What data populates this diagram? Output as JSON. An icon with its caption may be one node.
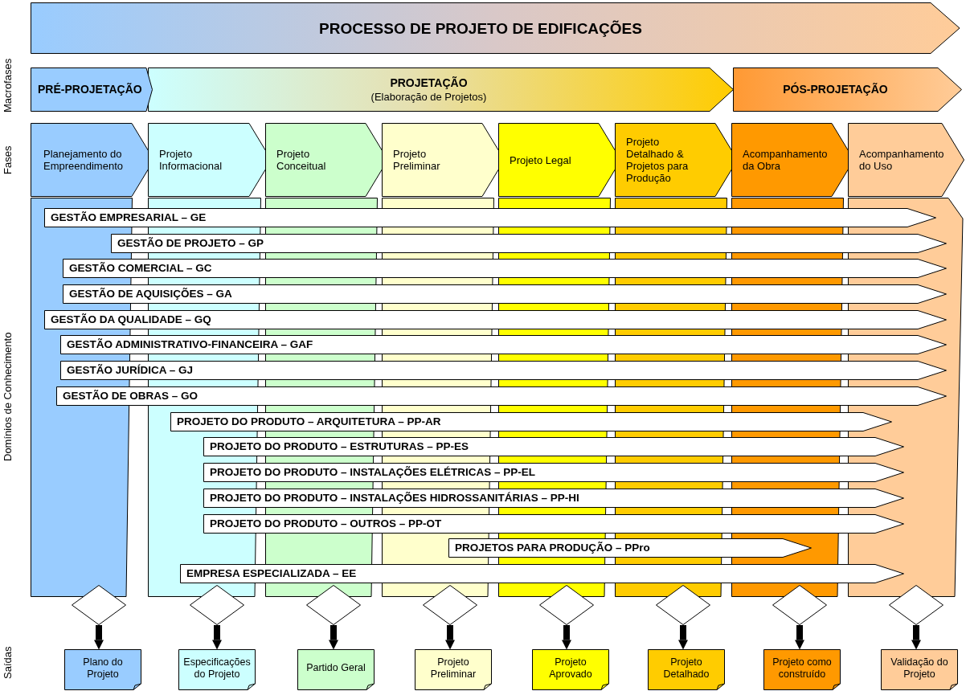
{
  "diagram": {
    "title": "PROCESSO DE PROJETO DE EDIFICAÇÕES",
    "nodes": [
      {
        "text": [
          "PRÉ-PROJETAÇÃO"
        ]
      },
      {
        "text": [
          "PROJETAÇÃO",
          "(Elaboração de Projetos)"
        ]
      },
      {
        "text": [
          "PÓS-PROJETAÇÃO"
        ]
      },
      {
        "text": [
          "Planejamento do Empreendimento"
        ]
      },
      {
        "text": [
          "Projeto Informacional"
        ]
      },
      {
        "text": [
          "Projeto Conceitual"
        ]
      },
      {
        "text": [
          "Projeto Preliminar"
        ]
      },
      {
        "text": [
          "Projeto Legal"
        ]
      },
      {
        "text": [
          "Projeto Detalhado & Projetos para Produção"
        ]
      },
      {
        "text": [
          "Acompanhamento da Obra"
        ]
      },
      {
        "text": [
          "Acompanhamento do Uso"
        ]
      },
      {
        "text": [],
        "shape": "box"
      },
      {
        "text": [],
        "shape": "box"
      },
      {
        "text": [],
        "shape": "box"
      },
      {
        "text": [],
        "shape": "box"
      },
      {
        "text": [],
        "shape": "box"
      },
      {
        "text": [],
        "shape": "box"
      },
      {
        "text": [],
        "shape": "box"
      },
      {
        "text": [],
        "shape": "box"
      },
      {
        "text": [
          "GESTÃO EMPRESARIAL – GE"
        ]
      },
      {
        "text": [
          "GESTÃO DE PROJETO – GP"
        ]
      },
      {
        "text": [
          "GESTÃO COMERCIAL – GC"
        ]
      },
      {
        "text": [
          "GESTÃO DE AQUISIÇÕES – GA"
        ]
      },
      {
        "text": [
          "GESTÃO DA QUALIDADE – GQ"
        ]
      },
      {
        "text": [
          "GESTÃO ADMINISTRATIVO-FINANCEIRA – GAF"
        ]
      },
      {
        "text": [
          "GESTÃO JURÍDICA – GJ"
        ]
      },
      {
        "text": [
          "GESTÃO DE OBRAS – GO"
        ]
      },
      {
        "text": [
          "PROJETO DO PRODUTO – ARQUITETURA – PP-AR"
        ]
      },
      {
        "text": [
          "PROJETO DO PRODUTO – ESTRUTURAS – PP-ES"
        ]
      },
      {
        "text": [
          "PROJETO DO PRODUTO – INSTALAÇÕES ELÉTRICAS – PP-EL"
        ]
      },
      {
        "text": [
          "PROJETO DO PRODUTO – INSTALAÇÕES HIDROSSANITÁRIAS – PP-HI"
        ]
      },
      {
        "text": [
          "PROJETO DO PRODUTO – OUTROS – PP-OT"
        ]
      },
      {
        "text": [
          "PROJETOS PARA PRODUÇÃO – PPro"
        ]
      },
      {
        "text": [
          "EMPRESA ESPECIALIZADA – EE"
        ]
      },
      {
        "text": [],
        "shape": "diamond"
      },
      {
        "text": [],
        "shape": "diamond"
      },
      {
        "text": [],
        "shape": "diamond"
      },
      {
        "text": [],
        "shape": "diamond"
      },
      {
        "text": [],
        "shape": "diamond"
      },
      {
        "text": [],
        "shape": "diamond"
      },
      {
        "text": [],
        "shape": "diamond"
      },
      {
        "text": [],
        "shape": "diamond"
      },
      {
        "text": [
          "Plano do Projeto"
        ]
      },
      {
        "text": [
          "Especificações do Projeto"
        ]
      },
      {
        "text": [
          "Partido Geral"
        ]
      },
      {
        "text": [
          "Projeto Preliminar"
        ]
      },
      {
        "text": [
          "Projeto Aprovado"
        ]
      },
      {
        "text": [
          "Projeto Detalhado"
        ]
      },
      {
        "text": [
          "Projeto como construído"
        ]
      },
      {
        "text": [
          "Validação do Projeto"
        ]
      }
    ],
    "edges": [
      {
        "from": 34,
        "to": 42,
        "arrow": "to"
      },
      {
        "from": 35,
        "to": 43,
        "arrow": "to"
      },
      {
        "from": 36,
        "to": 44,
        "arrow": "to"
      },
      {
        "from": 37,
        "to": 45,
        "arrow": "to"
      },
      {
        "from": 38,
        "to": 46,
        "arrow": "to"
      },
      {
        "from": 39,
        "to": 47,
        "arrow": "to"
      },
      {
        "from": 40,
        "to": 48,
        "arrow": "to"
      },
      {
        "from": 41,
        "to": 49,
        "arrow": "to"
      }
    ],
    "labels": [
      "Macrofases",
      "Fases",
      "Domínios de Conhecimento",
      "Saídas"
    ]
  }
}
